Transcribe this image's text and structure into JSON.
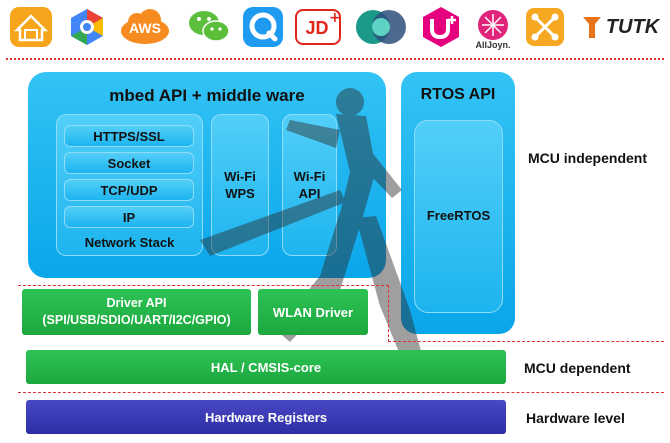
{
  "logos": {
    "aws": "AWS",
    "jd": "JD",
    "alljoyn": "AllJoyn.",
    "tutk": "TUTK"
  },
  "mbed": {
    "title": "mbed API + middle ware",
    "network_stack": {
      "label": "Network Stack",
      "layers": [
        "HTTPS/SSL",
        "Socket",
        "TCP/UDP",
        "IP"
      ]
    },
    "wifi_wps": [
      "Wi-Fi",
      "WPS"
    ],
    "wifi_api": [
      "Wi-Fi",
      "API"
    ]
  },
  "rtos": {
    "title": "RTOS API",
    "kernel": "FreeRTOS"
  },
  "drivers": {
    "driver_api": [
      "Driver API",
      "(SPI/USB/SDIO/UART/I2C/GPIO)"
    ],
    "wlan": "WLAN Driver"
  },
  "hal": "HAL / CMSIS-core",
  "hardware": "Hardware Registers",
  "levels": {
    "independent": "MCU independent",
    "dependent": "MCU dependent",
    "hardware": "Hardware level"
  },
  "colors": {
    "blue": "#1ab0ee",
    "green": "#22b14c",
    "purple": "#3a3ab0",
    "divider": "#e0302f"
  }
}
